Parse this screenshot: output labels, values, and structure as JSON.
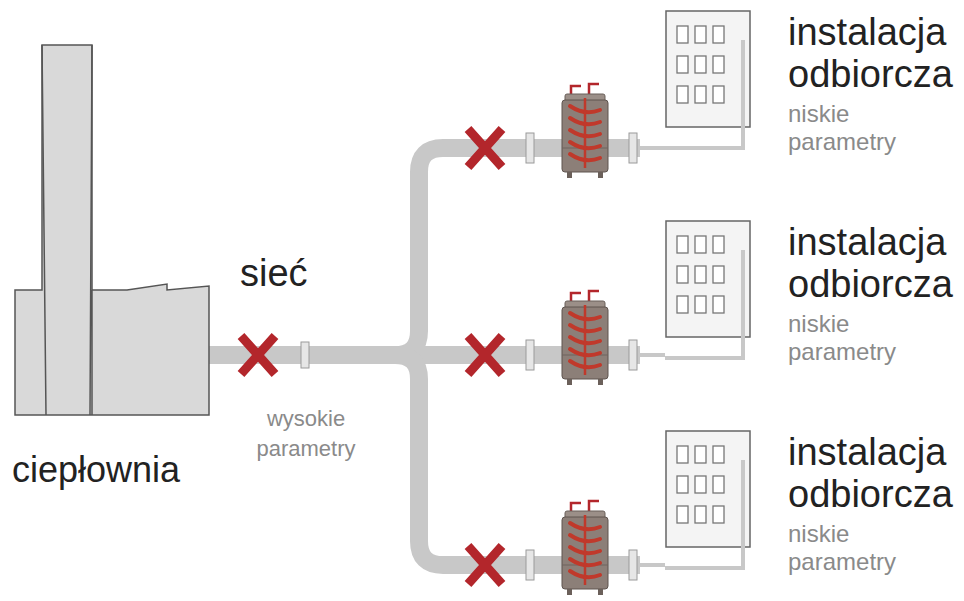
{
  "diagram": {
    "nodes": [
      {
        "text": [
          "ciepłownia"
        ]
      },
      {
        "text": [
          "instalacja odbiorcza",
          "niskie parametry"
        ]
      },
      {
        "text": [
          "instalacja odbiorcza",
          "niskie parametry"
        ]
      },
      {
        "text": [
          "instalacja odbiorcza",
          "niskie parametry"
        ]
      }
    ],
    "edges": [
      {
        "from": 0,
        "to": 1,
        "arrow": "none"
      },
      {
        "from": 0,
        "to": 2,
        "arrow": "none"
      },
      {
        "from": 0,
        "to": 3,
        "arrow": "none"
      }
    ],
    "labels": [
      "sieć",
      "wysokie parametry"
    ]
  }
}
